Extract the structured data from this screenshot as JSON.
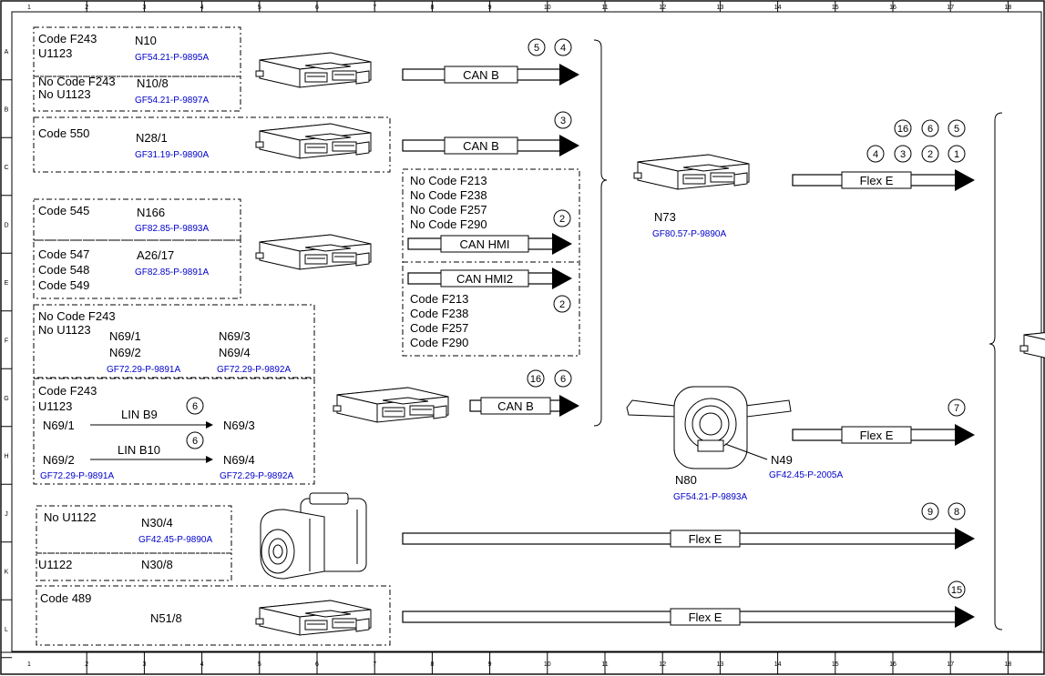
{
  "grid": {
    "columns": [
      "1",
      "2",
      "3",
      "4",
      "5",
      "6",
      "7",
      "8",
      "9",
      "10",
      "11",
      "12",
      "13",
      "14",
      "15",
      "16",
      "17",
      "18"
    ],
    "rows": [
      "A",
      "B",
      "C",
      "D",
      "E",
      "F",
      "G",
      "H",
      "J",
      "K",
      "L"
    ]
  },
  "groups": {
    "n10": {
      "code": "Code F243",
      "code2": "U1123",
      "component": "N10",
      "ref": "GF54.21-P-9895A"
    },
    "n10_8": {
      "code": "No Code F243",
      "code2": "No U1123",
      "component": "N10/8",
      "ref": "GF54.21-P-9897A"
    },
    "n28_1": {
      "code": "Code 550",
      "component": "N28/1",
      "ref": "GF31.19-P-9890A"
    },
    "n166": {
      "code": "Code 545",
      "component": "N166",
      "ref": "GF82.85-P-9893A"
    },
    "a26_17": {
      "code1": "Code 547",
      "code2": "Code 548",
      "code3": "Code 549",
      "component": "A26/17",
      "ref": "GF82.85-P-9891A"
    },
    "n69_no": {
      "code": "No Code F243",
      "code2": "No U1123",
      "c1": "N69/1",
      "c2": "N69/2",
      "c3": "N69/3",
      "c4": "N69/4",
      "ref1": "GF72.29-P-9891A",
      "ref2": "GF72.29-P-9892A"
    },
    "n69_lin": {
      "code": "Code F243",
      "code2": "U1123",
      "from1": "N69/1",
      "to1": "N69/3",
      "bus1": "LIN B9",
      "from2": "N69/2",
      "to2": "N69/4",
      "bus2": "LIN B10",
      "ref1": "GF72.29-P-9891A",
      "ref2": "GF72.29-P-9892A",
      "circle": "6"
    },
    "n30_4": {
      "code": "No U1122",
      "component": "N30/4",
      "ref": "GF42.45-P-9890A"
    },
    "n30_8": {
      "code": "U1122",
      "component": "N30/8"
    },
    "n51_8": {
      "code": "Code 489",
      "component": "N51/8"
    },
    "hmi": {
      "no1": "No Code F213",
      "no2": "No Code F238",
      "no3": "No Code F257",
      "no4": "No Code F290",
      "bus1": "CAN HMI",
      "bus2": "CAN HMI2",
      "y1": "Code F213",
      "y2": "Code F238",
      "y3": "Code F257",
      "y4": "Code F290",
      "circle": "2"
    },
    "n73": {
      "component": "N73",
      "ref": "GF80.57-P-9890A"
    },
    "n80": {
      "component": "N80",
      "ref": "GF54.21-P-9893A",
      "sub": "N49",
      "subref": "GF42.45-P-2005A"
    }
  },
  "buses": {
    "can_b": "CAN B",
    "flex_e": "Flex E"
  },
  "circles": {
    "a1": "5",
    "a2": "4",
    "c": "3",
    "g1": "16",
    "g2": "6",
    "r1": "16",
    "r2": "6",
    "r3": "5",
    "r4": "4",
    "r5": "3",
    "r6": "2",
    "r7": "1",
    "n80": "7",
    "j1": "9",
    "j2": "8",
    "l": "15"
  }
}
